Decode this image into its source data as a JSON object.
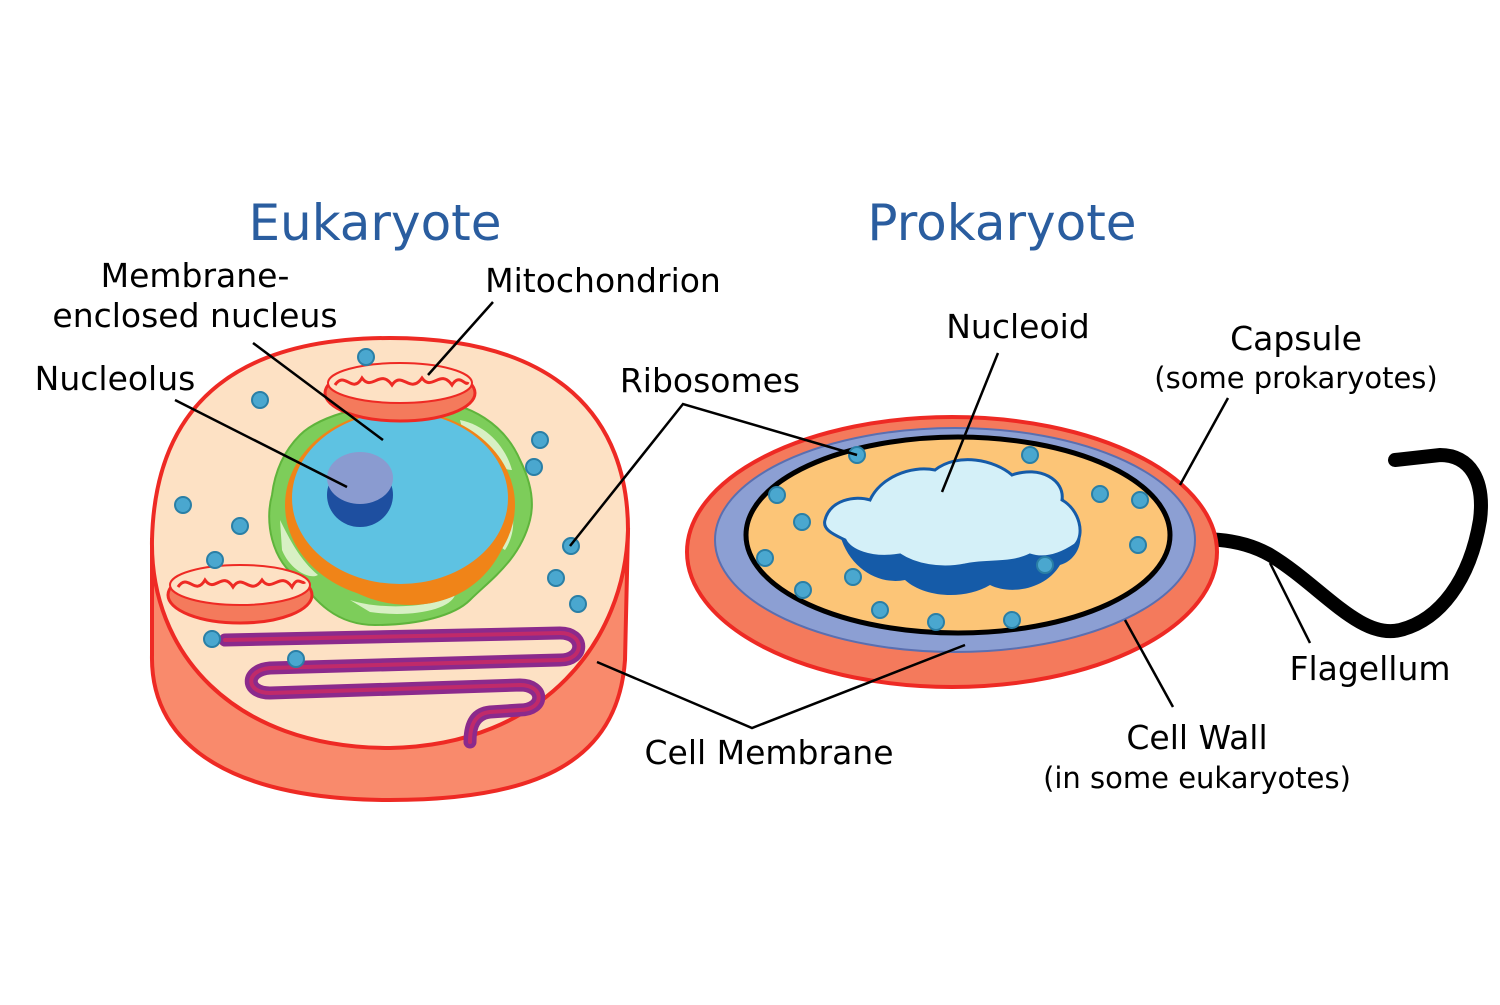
{
  "titles": {
    "eukaryote": "Eukaryote",
    "prokaryote": "Prokaryote"
  },
  "labels": {
    "membrane_nucleus_line1": "Membrane-",
    "membrane_nucleus_line2": "enclosed nucleus",
    "mitochondrion": "Mitochondrion",
    "nucleolus": "Nucleolus",
    "ribosomes": "Ribosomes",
    "nucleoid": "Nucleoid",
    "capsule": "Capsule",
    "capsule_note": "(some prokaryotes)",
    "flagellum": "Flagellum",
    "cell_wall": "Cell Wall",
    "cell_wall_note": "(in some eukaryotes)",
    "cell_membrane": "Cell Membrane"
  },
  "colors": {
    "title_blue": "#2a5d9f",
    "membrane_red": "#ee2a24",
    "cell_side": "#f98a6c",
    "cytoplasm_euk": "#fde1c4",
    "cytoplasm_pro": "#fcc577",
    "ribosome": "#4aa7cf",
    "nucleus_blue": "#5ec2e2",
    "nuclear_envelope": "#f08418",
    "er_green": "#7dcd5a",
    "er_light": "#d8f0c4",
    "nucleolus_light": "#8a9bd0",
    "nucleolus_dark": "#1e4fa0",
    "golgi_purple": "#8b2a8c",
    "capsule_red": "#f47a5c",
    "cell_wall_blue": "#8c9fd3",
    "nucleoid_light": "#d4f0f8",
    "nucleoid_dark": "#155ba8",
    "flagellum": "#000000"
  }
}
